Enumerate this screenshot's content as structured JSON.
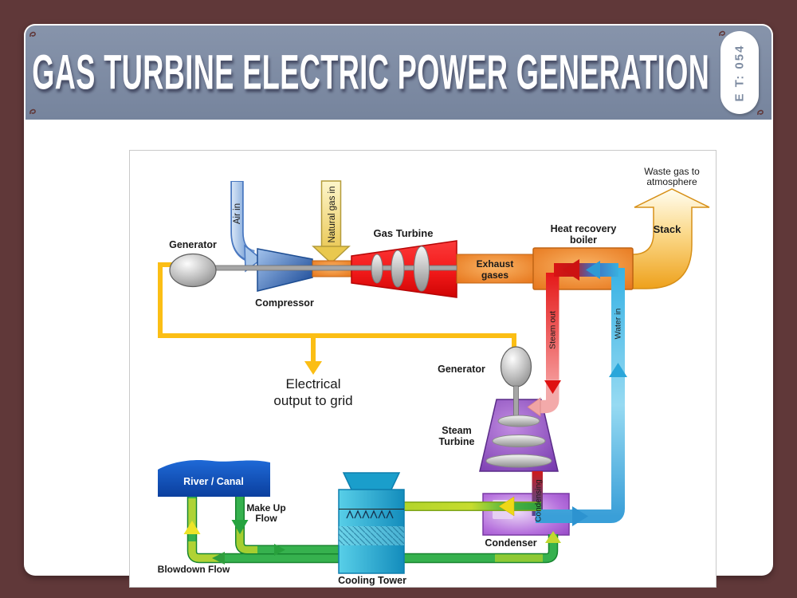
{
  "header": {
    "title": "GAS TURBINE ELECTRIC POWER GENERATION",
    "code": "E T: 054"
  },
  "diagram": {
    "inputs": {
      "air_in": "Air in",
      "natural_gas_in": "Natural gas in"
    },
    "gas_cycle": {
      "generator": "Generator",
      "compressor": "Compressor",
      "gas_turbine": "Gas Turbine",
      "exhaust_line1": "Exhaust",
      "exhaust_line2": "gases"
    },
    "boiler": {
      "line1": "Heat recovery",
      "line2": "boiler",
      "steam_out": "Steam out",
      "water_in": "Water in"
    },
    "stack": {
      "label": "Stack",
      "waste_line1": "Waste gas to",
      "waste_line2": "atmosphere"
    },
    "steam_cycle": {
      "generator": "Generator",
      "turbine_line1": "Steam",
      "turbine_line2": "Turbine",
      "condensing": "Condensing",
      "condenser": "Condenser"
    },
    "electrical": {
      "line1": "Electrical",
      "line2": "output to grid"
    },
    "cooling": {
      "tower": "Cooling Tower",
      "river": "River / Canal",
      "makeup_line1": "Make Up",
      "makeup_line2": "Flow",
      "blowdown": "Blowdown Flow"
    }
  },
  "colors": {
    "maroon_border": "#603839",
    "header_gray": "#7d8ba1",
    "electric_yellow": "#fbbe15",
    "duct_orange": "#e8791e",
    "turbine_red": "#e01616",
    "compressor_blue": "#2a5aa8",
    "water_cyan": "#3ab2e2",
    "steam_purple": "#8a4fc0",
    "pipe_green": "#2fae47",
    "river_blue": "#1256c8",
    "tower_cyan": "#1a9ecb",
    "stack_gold": "#efa21e"
  }
}
